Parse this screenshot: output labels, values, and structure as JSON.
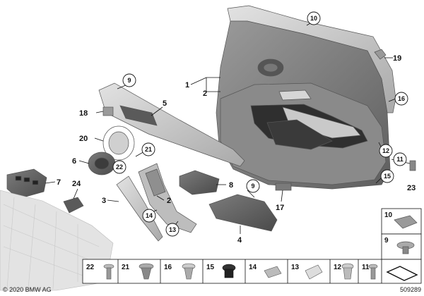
{
  "diagram": {
    "labels": {
      "l1": "1",
      "l2": "2",
      "l2b": "2",
      "l3": "3",
      "l4": "4",
      "l5": "5",
      "l6": "6",
      "l7": "7",
      "l8": "8",
      "l9a": "9",
      "l9b": "9",
      "l10": "10",
      "l11": "11",
      "l12": "12",
      "l13": "13",
      "l14": "14",
      "l15": "15",
      "l16": "16",
      "l17": "17",
      "l18": "18",
      "l19": "19",
      "l20": "20",
      "l21": "21",
      "l22": "22",
      "l23": "23",
      "l24": "24"
    },
    "side_boxes": {
      "b10": "10",
      "b9": "9"
    },
    "fastener_bar": [
      "22",
      "21",
      "16",
      "15",
      "14",
      "13",
      "12",
      "11"
    ],
    "copyright": "© 2020 BMW AG",
    "diagram_number": "509289"
  }
}
